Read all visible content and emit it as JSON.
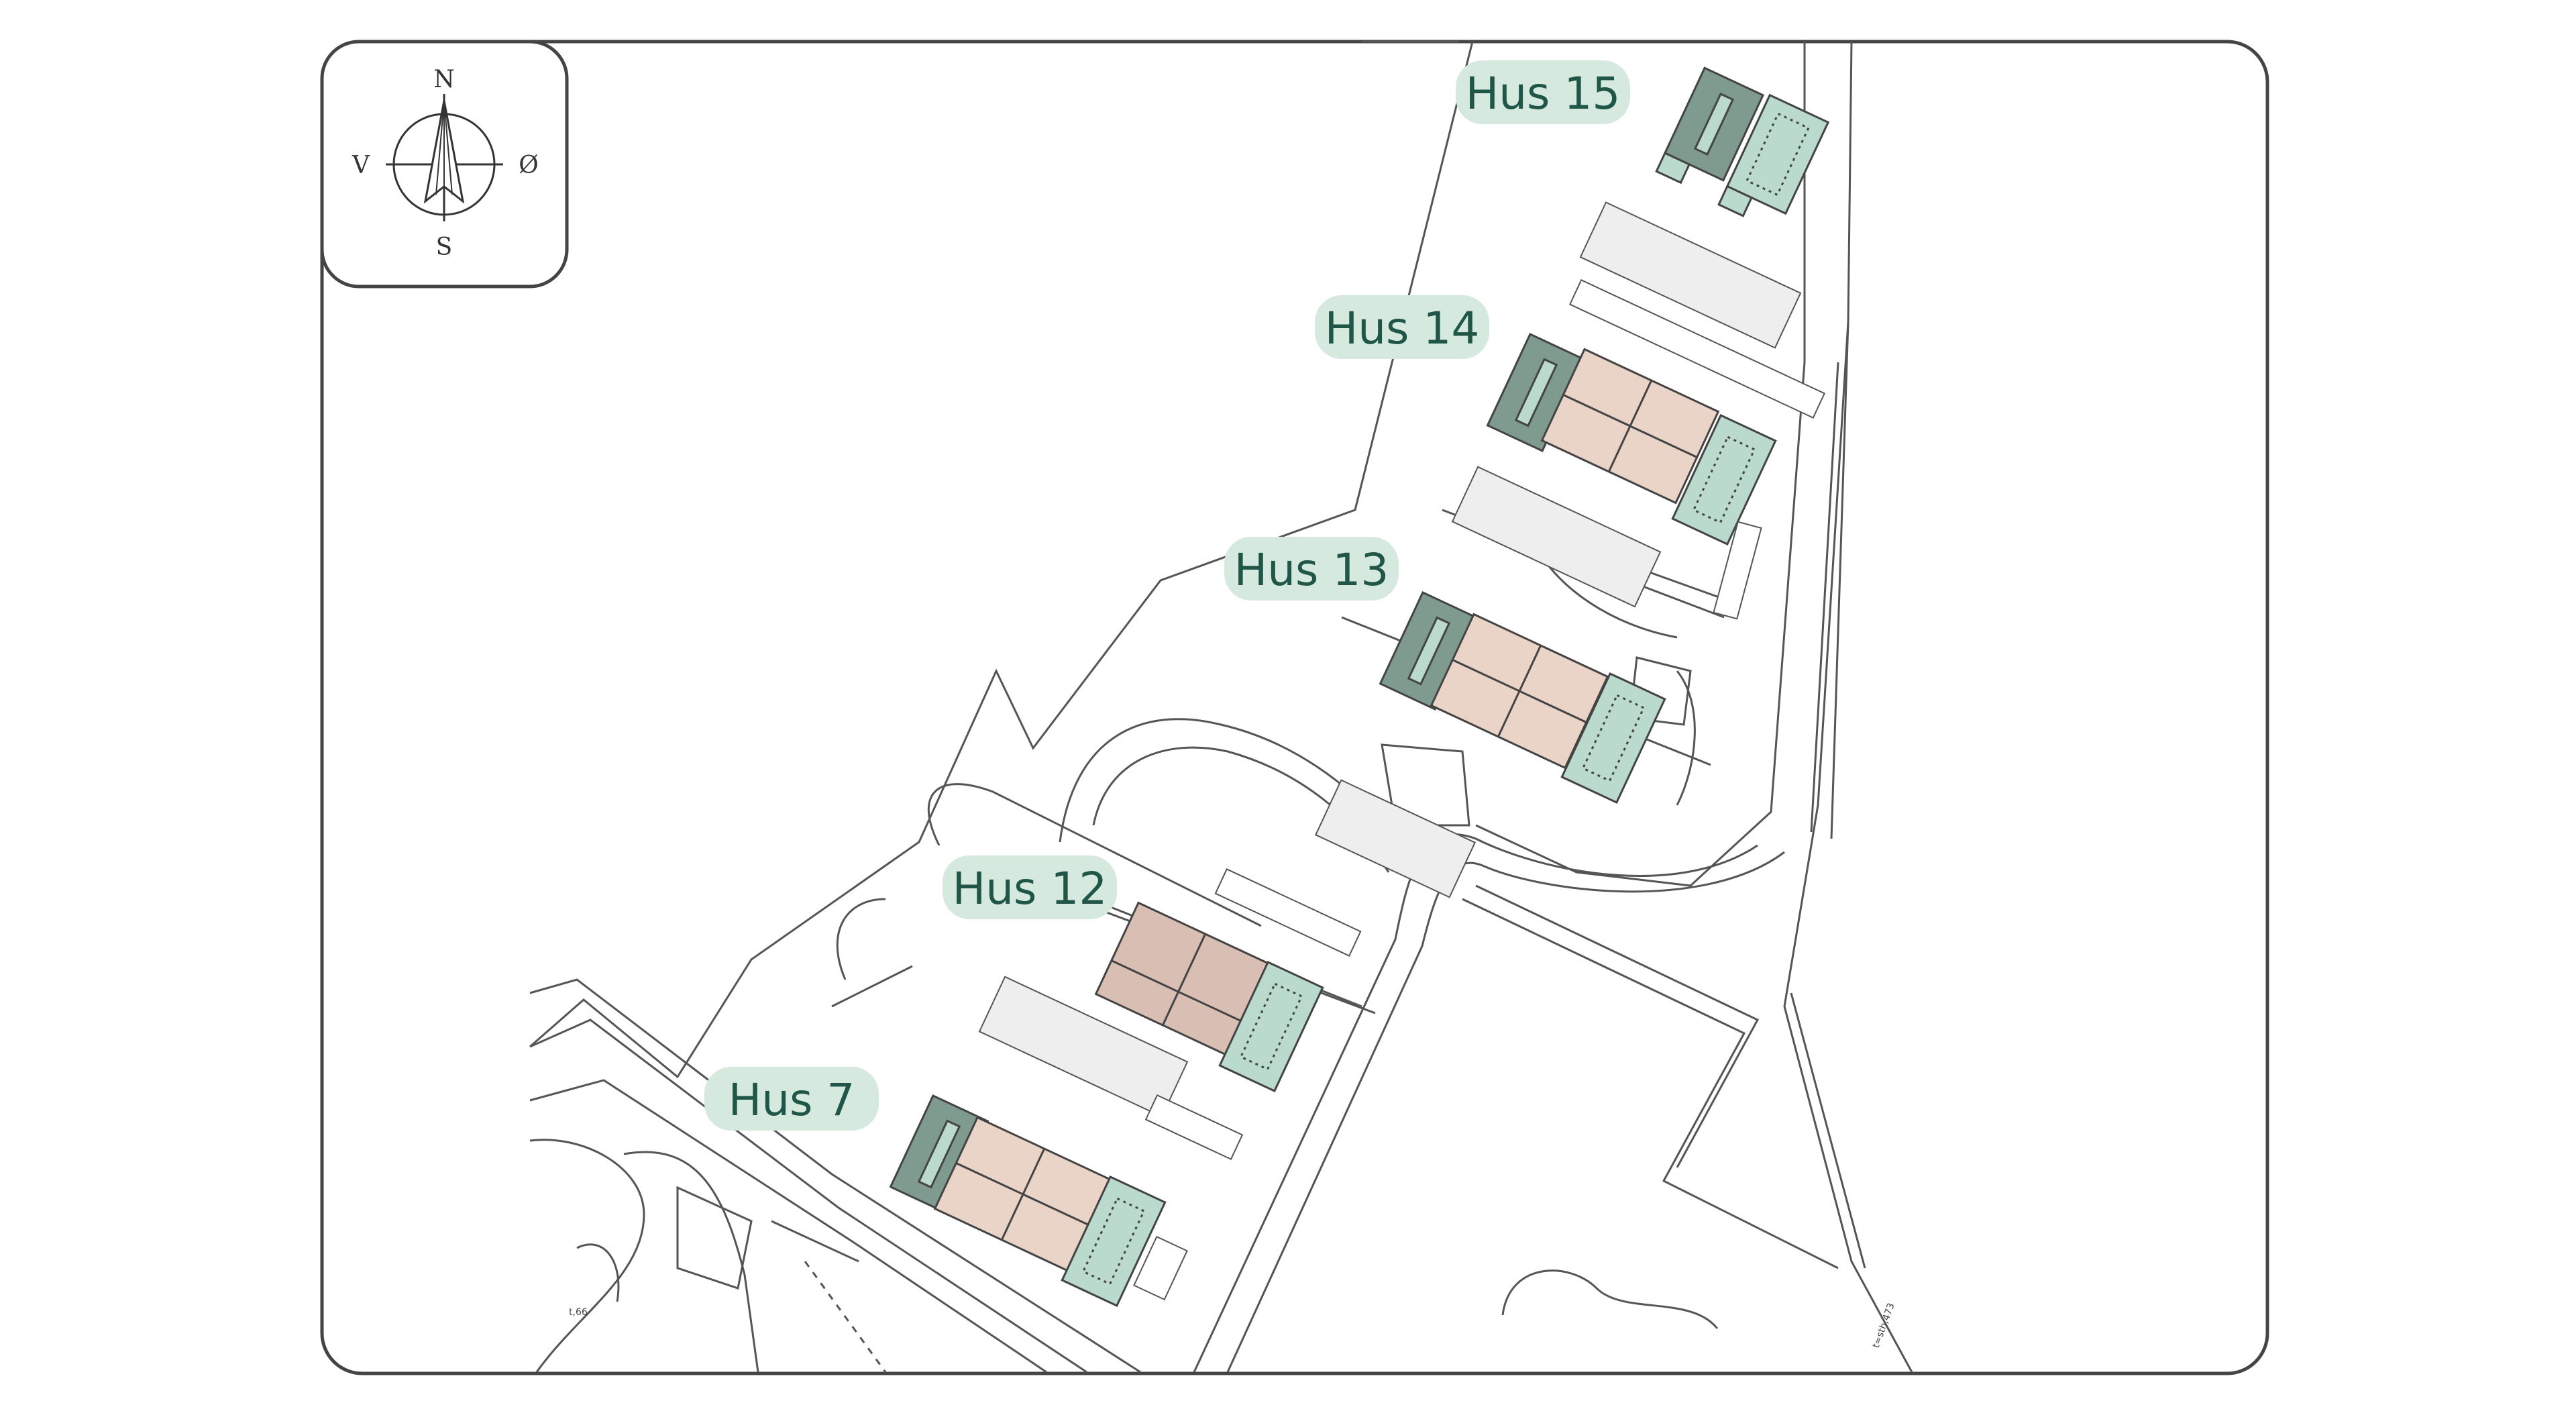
{
  "compass": {
    "north": "N",
    "south": "S",
    "west": "V",
    "east": "Ø"
  },
  "labels": [
    {
      "id": "hus-15",
      "text": "Hus 15"
    },
    {
      "id": "hus-14",
      "text": "Hus 14"
    },
    {
      "id": "hus-13",
      "text": "Hus 13"
    },
    {
      "id": "hus-12",
      "text": "Hus 12"
    },
    {
      "id": "hus-7",
      "text": "Hus 7"
    }
  ],
  "annotations": {
    "spot_height": "t,66",
    "road_mark": "t=sth,473"
  },
  "colors": {
    "label_bg": "#d5e9df",
    "label_text": "#1f5647",
    "building_dark": "#7f9a8e",
    "building_teal": "#b9dacd",
    "building_beige": "#ead3c7",
    "line": "#555555",
    "frame": "#444444"
  }
}
